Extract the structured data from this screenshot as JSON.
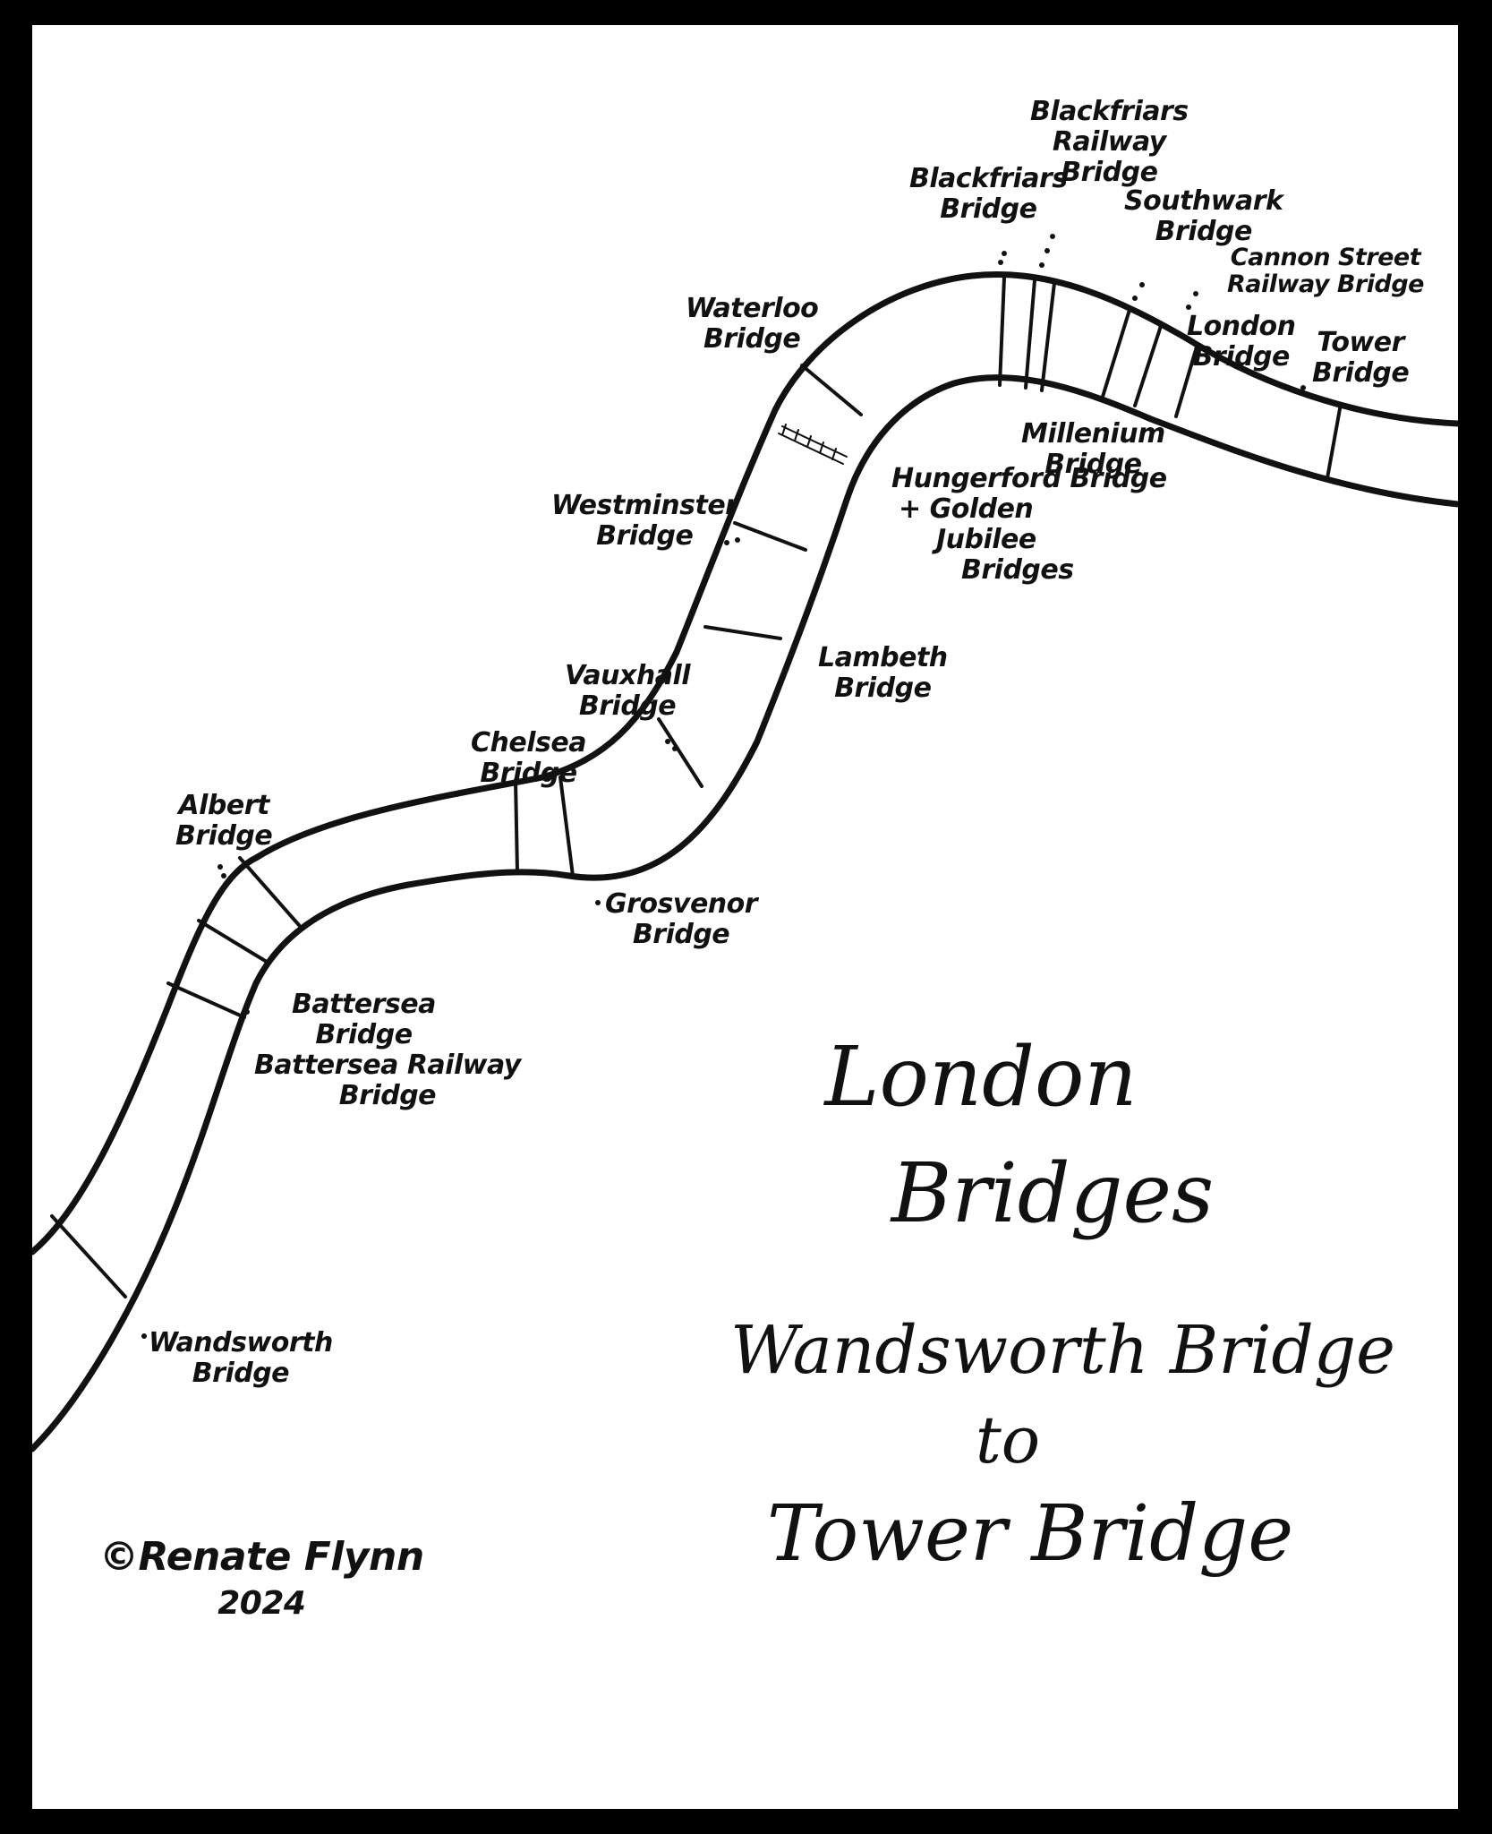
{
  "map": {
    "bridges": [
      {
        "id": "wandsworth",
        "lines": [
          "Wandsworth",
          "Bridge"
        ]
      },
      {
        "id": "battersea-railway",
        "lines": [
          "Battersea Railway",
          "Bridge"
        ]
      },
      {
        "id": "battersea",
        "lines": [
          "Battersea",
          "Bridge"
        ]
      },
      {
        "id": "albert",
        "lines": [
          "Albert",
          "Bridge"
        ]
      },
      {
        "id": "chelsea",
        "lines": [
          "Chelsea",
          "Bridge"
        ]
      },
      {
        "id": "grosvenor",
        "lines": [
          "Grosvenor",
          "Bridge"
        ]
      },
      {
        "id": "vauxhall",
        "lines": [
          "Vauxhall",
          "Bridge"
        ]
      },
      {
        "id": "lambeth",
        "lines": [
          "Lambeth",
          "Bridge"
        ]
      },
      {
        "id": "westminster",
        "lines": [
          "Westminster",
          "Bridge"
        ]
      },
      {
        "id": "hungerford",
        "lines": [
          "Hungerford Bridge",
          "+ Golden",
          "Jubilee",
          "Bridges"
        ]
      },
      {
        "id": "waterloo",
        "lines": [
          "Waterloo",
          "Bridge"
        ]
      },
      {
        "id": "blackfriars",
        "lines": [
          "Blackfriars",
          "Bridge"
        ]
      },
      {
        "id": "blackfriars-railway",
        "lines": [
          "Blackfriars",
          "Railway",
          "Bridge"
        ]
      },
      {
        "id": "millenium",
        "lines": [
          "Millenium",
          "Bridge"
        ]
      },
      {
        "id": "southwark",
        "lines": [
          "Southwark",
          "Bridge"
        ]
      },
      {
        "id": "cannon-street",
        "lines": [
          "Cannon Street",
          "Railway Bridge"
        ]
      },
      {
        "id": "london",
        "lines": [
          "London",
          "Bridge"
        ]
      },
      {
        "id": "tower",
        "lines": [
          "Tower",
          "Bridge"
        ]
      }
    ]
  },
  "title": {
    "line1": "London",
    "line2": "Bridges",
    "line3": "Wandsworth Bridge",
    "line4": "to",
    "line5": "Tower Bridge"
  },
  "credit": {
    "line1": "©Renate Flynn",
    "line2": "2024"
  }
}
